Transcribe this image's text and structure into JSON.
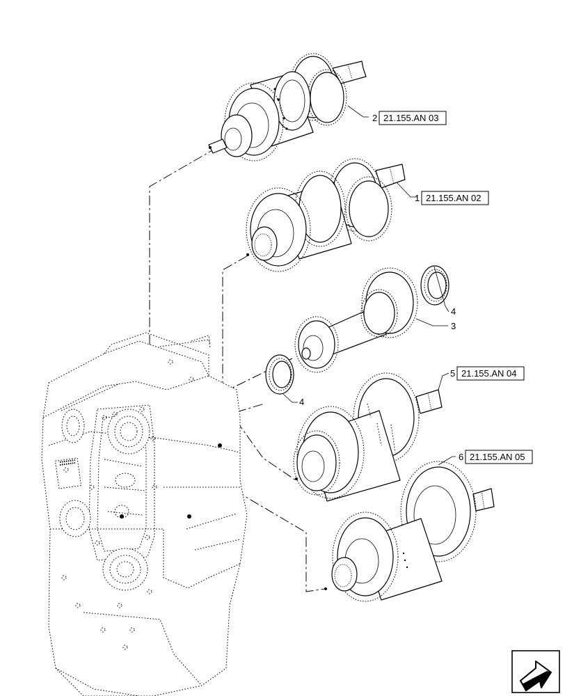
{
  "callouts": [
    {
      "number": "2",
      "reference": "21.155.AN 03"
    },
    {
      "number": "1",
      "reference": "21.155.AN 02"
    },
    {
      "number": "4",
      "reference": ""
    },
    {
      "number": "3",
      "reference": ""
    },
    {
      "number": "4",
      "reference": ""
    },
    {
      "number": "5",
      "reference": "21.155.AN 04"
    },
    {
      "number": "6",
      "reference": "21.155.AN 05"
    }
  ],
  "icons": {
    "navigation": "arrow-navigation-icon"
  }
}
